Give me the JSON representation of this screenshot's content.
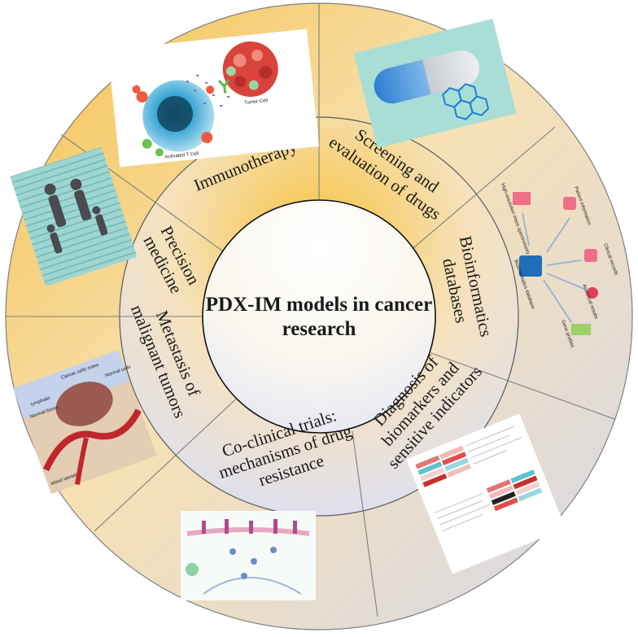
{
  "center": {
    "line1": "PDX-IM models in cancer",
    "line2": "research"
  },
  "segments": [
    {
      "id": "immunotherapy",
      "lines": [
        "Immunotherapy"
      ]
    },
    {
      "id": "screening",
      "lines": [
        "Screening and",
        "evaluation of drugs"
      ]
    },
    {
      "id": "bioinformatics",
      "lines": [
        "Bioinformatics",
        "databases"
      ]
    },
    {
      "id": "diagnosis",
      "lines": [
        "Diagnosis of",
        "biomarkers and",
        "sensitive indicators"
      ]
    },
    {
      "id": "coclinical",
      "lines": [
        "Co-clinical trials:",
        "mechanisms of drug",
        "resistance"
      ]
    },
    {
      "id": "metastasis",
      "lines": [
        "Metastasis of",
        "malignant tumors"
      ]
    },
    {
      "id": "precision",
      "lines": [
        "Precision",
        "medicine"
      ]
    }
  ],
  "image_labels": {
    "activated_t_cell": "Activated T Cell",
    "tumor_cell": "Tumor Cell",
    "bioinfo_db": "Bioinformatics database",
    "high_res_ms": "High-resolution mass spectrometry",
    "patient_info": "Patient information",
    "clinical_records": "Clinical records",
    "analytical_results": "Analytical results",
    "gene_profiles": "Gene profiles",
    "cancer_cells": "Cancer cells mass",
    "lymphatic": "lymphatic",
    "normal_tissue": "Normal tissue",
    "normal_cells": "Normal cells",
    "blood_vessel": "blood vessel"
  },
  "colors": {
    "ring_warm": "#f6c24a",
    "ring_cool": "#dcdde9",
    "stroke": "#7f7f7f",
    "center_stroke": "#111111"
  }
}
